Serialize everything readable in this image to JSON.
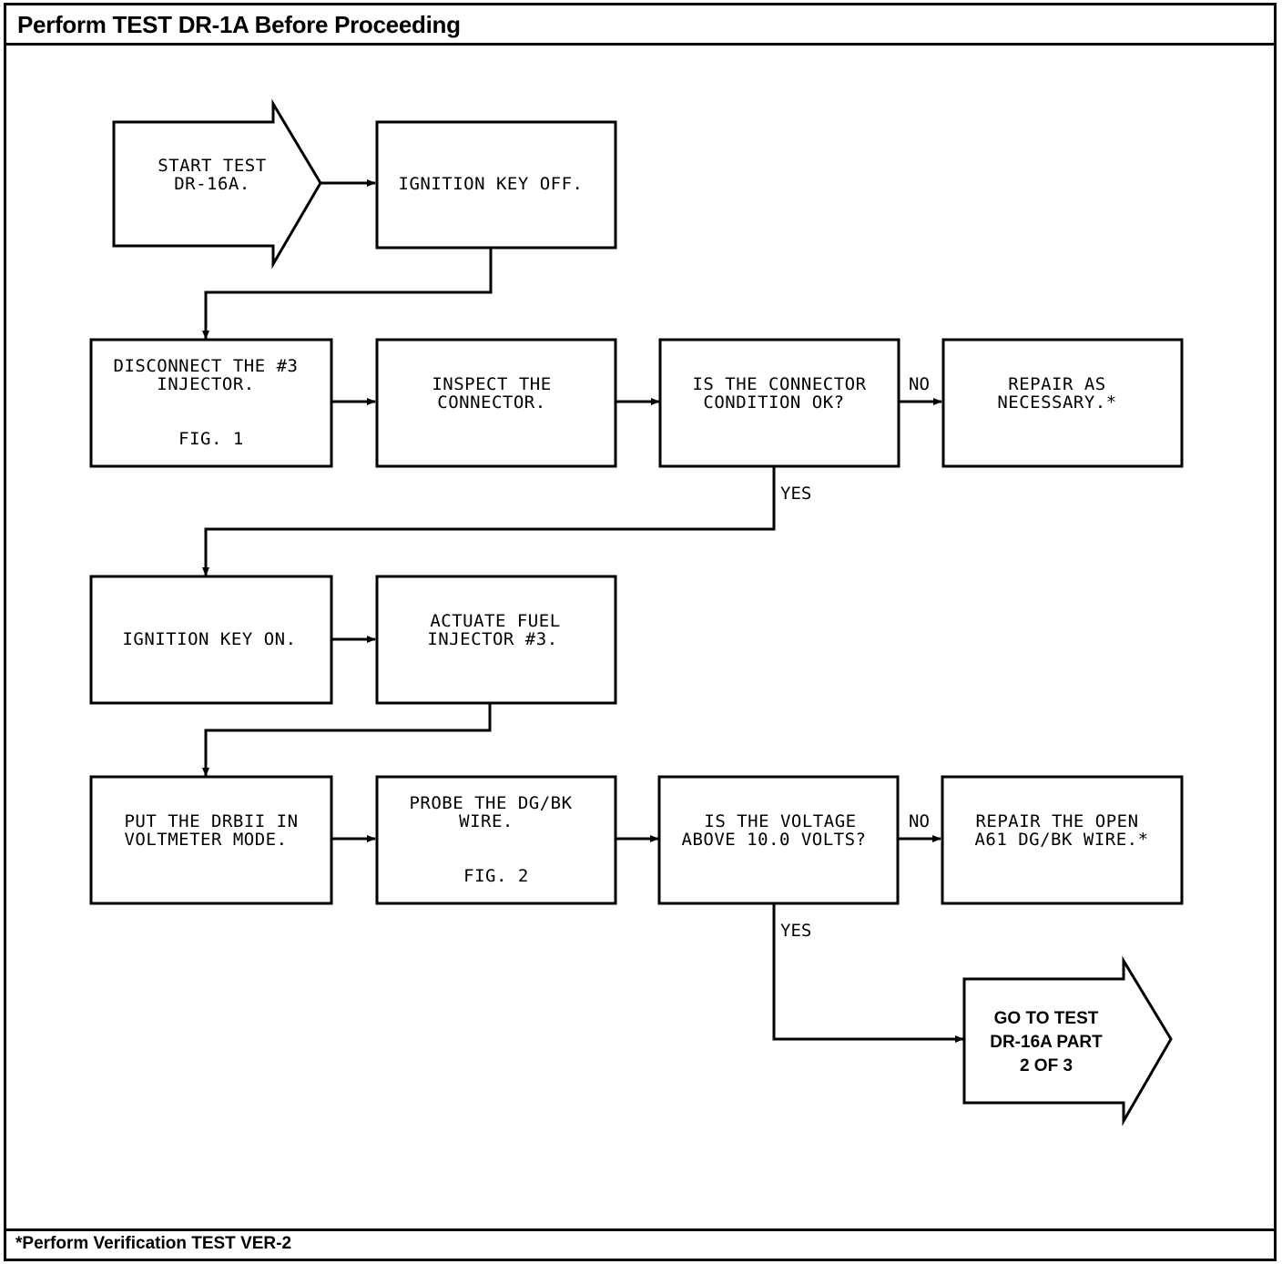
{
  "header": {
    "title": "Perform TEST DR-1A Before Proceeding"
  },
  "footer": {
    "note": "*Perform Verification TEST VER-2"
  },
  "flowchart": {
    "start": {
      "line1": "START TEST",
      "line2": "DR-16A."
    },
    "ignition_off": {
      "line1": "IGNITION KEY OFF."
    },
    "disconnect": {
      "line1": "DISCONNECT THE #3",
      "line2": "INJECTOR.",
      "fig": "FIG. 1"
    },
    "inspect": {
      "line1": "INSPECT THE",
      "line2": "CONNECTOR."
    },
    "connector_ok": {
      "line1": "IS THE CONNECTOR",
      "line2": "CONDITION OK?"
    },
    "repair_necessary": {
      "line1": "REPAIR AS",
      "line2": "NECESSARY.*"
    },
    "ignition_on": {
      "line1": "IGNITION KEY ON."
    },
    "actuate": {
      "line1": "ACTUATE FUEL",
      "line2": "INJECTOR #3."
    },
    "voltmeter": {
      "line1": "PUT THE DRBII IN",
      "line2": "VOLTMETER MODE."
    },
    "probe": {
      "line1": "PROBE THE DG/BK",
      "line2": "WIRE.",
      "fig": "FIG. 2"
    },
    "voltage_check": {
      "line1": "IS THE VOLTAGE",
      "line2": "ABOVE 10.0 VOLTS?"
    },
    "repair_open": {
      "line1": "REPAIR THE OPEN",
      "line2": "A61 DG/BK WIRE.*"
    },
    "goto": {
      "line1": "GO TO TEST",
      "line2": "DR-16A PART",
      "line3": "2 OF 3"
    },
    "labels": {
      "no_1": "NO",
      "yes_1": "YES",
      "no_2": "NO",
      "yes_2": "YES"
    }
  }
}
